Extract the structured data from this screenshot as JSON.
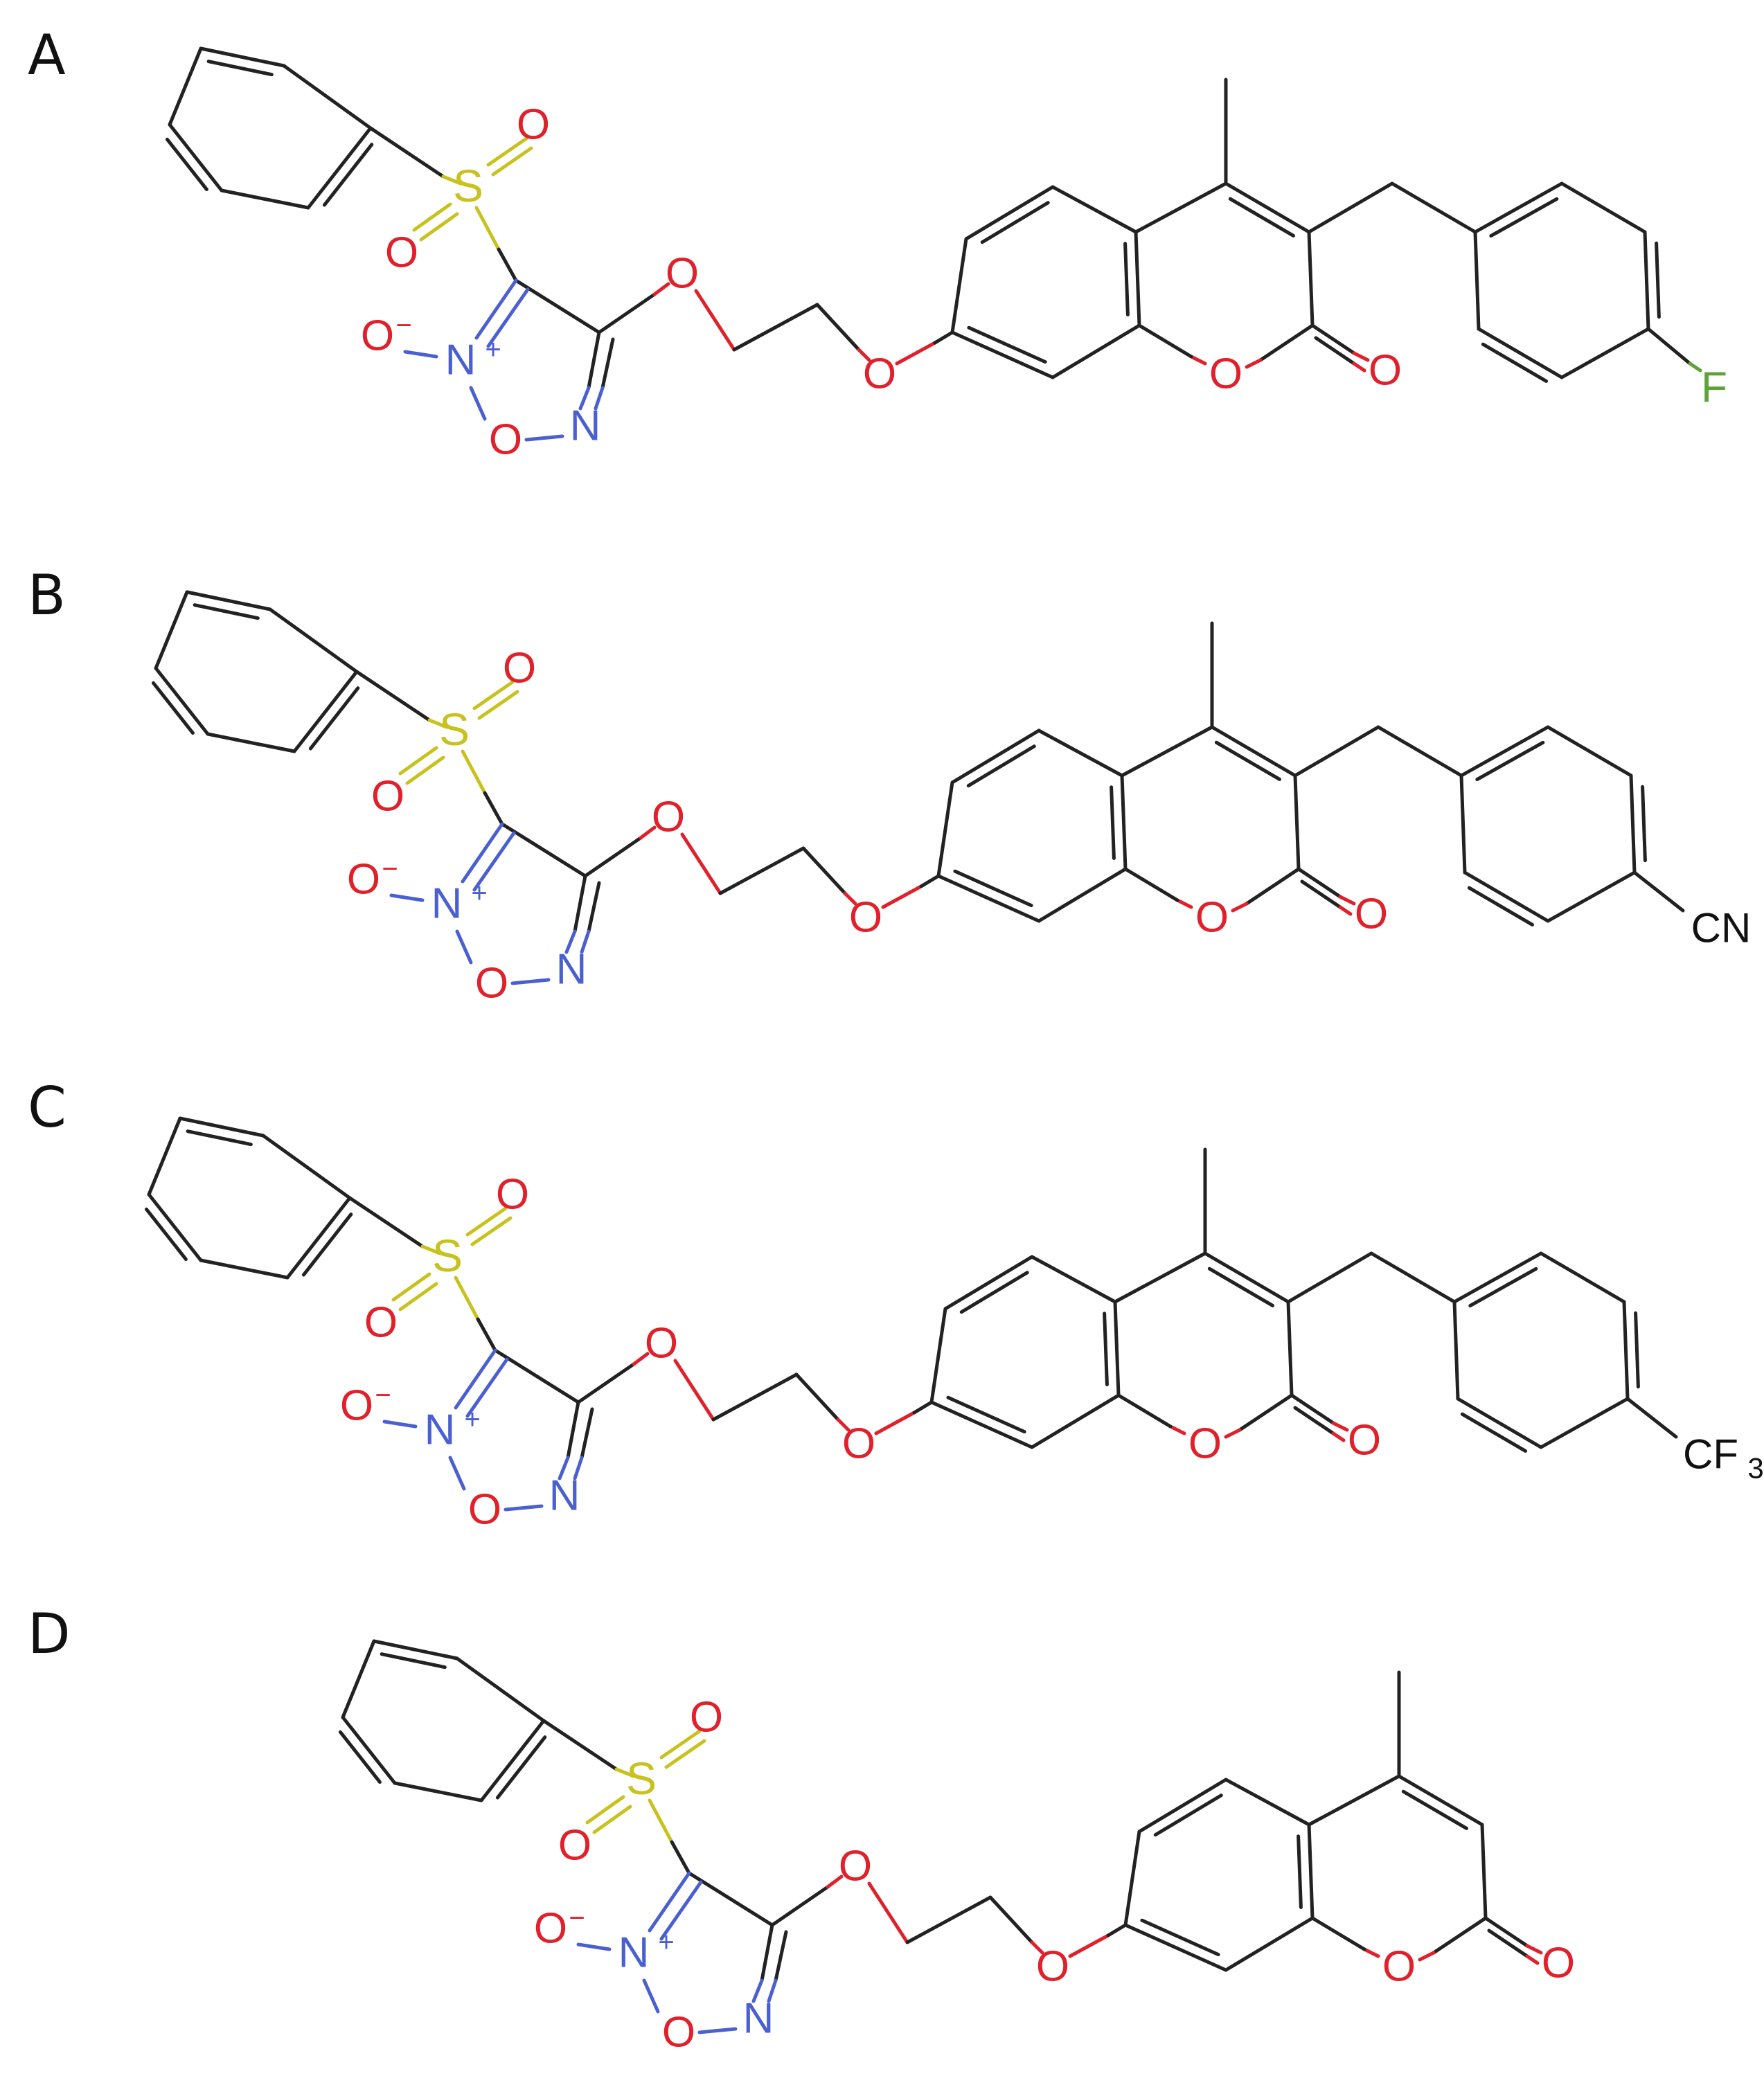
{
  "colors": {
    "bond": "#222222",
    "oxygen": "#e0202a",
    "nitrogen": "#4a5fd0",
    "sulfur": "#c8c21e",
    "fluorine": "#5ea33a",
    "carbon_label": "#111111",
    "background": "#ffffff"
  },
  "panels": [
    {
      "letter": "A",
      "substituent": "F",
      "atoms": {
        "sulfonyl_o_top": "O",
        "sulfur": "S",
        "sulfonyl_o_bottom": "O",
        "oxide_o": "O",
        "oxide_charge": "−",
        "n_oxide": "N",
        "n_charge": "+",
        "ring_o": "O",
        "ring_n": "N",
        "ether_o1": "O",
        "ether_o2": "O",
        "lactone_o": "O",
        "carbonyl_o": "O"
      }
    },
    {
      "letter": "B",
      "substituent": "CN",
      "atoms": {
        "sulfonyl_o_top": "O",
        "sulfur": "S",
        "sulfonyl_o_bottom": "O",
        "oxide_o": "O",
        "oxide_charge": "−",
        "n_oxide": "N",
        "n_charge": "+",
        "ring_o": "O",
        "ring_n": "N",
        "ether_o1": "O",
        "ether_o2": "O",
        "lactone_o": "O",
        "carbonyl_o": "O"
      }
    },
    {
      "letter": "C",
      "substituent": "CF",
      "substituent_subscript": "3",
      "atoms": {
        "sulfonyl_o_top": "O",
        "sulfur": "S",
        "sulfonyl_o_bottom": "O",
        "oxide_o": "O",
        "oxide_charge": "−",
        "n_oxide": "N",
        "n_charge": "+",
        "ring_o": "O",
        "ring_n": "N",
        "ether_o1": "O",
        "ether_o2": "O",
        "lactone_o": "O",
        "carbonyl_o": "O"
      }
    },
    {
      "letter": "D",
      "substituent": "",
      "atoms": {
        "sulfonyl_o_top": "O",
        "sulfur": "S",
        "sulfonyl_o_bottom": "O",
        "oxide_o": "O",
        "oxide_charge": "−",
        "n_oxide": "N",
        "n_charge": "+",
        "ring_o": "O",
        "ring_n": "N",
        "ether_o1": "O",
        "ether_o2": "O",
        "lactone_o": "O",
        "carbonyl_o": "O"
      }
    }
  ]
}
